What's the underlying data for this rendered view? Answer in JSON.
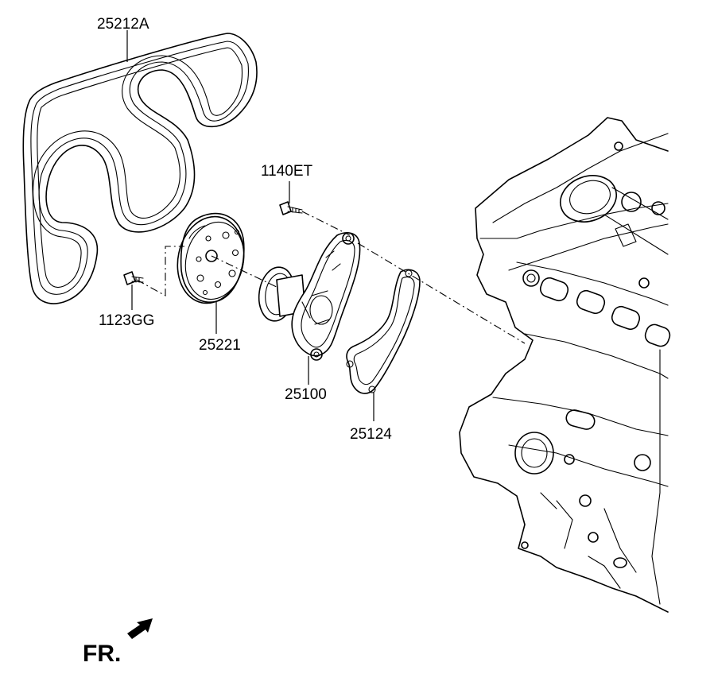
{
  "labels": {
    "belt": "25212A",
    "bolt_top": "1140ET",
    "bolt_left": "1123GG",
    "pulley": "25221",
    "pump": "25100",
    "gasket": "25124"
  },
  "front_marker": "FR."
}
